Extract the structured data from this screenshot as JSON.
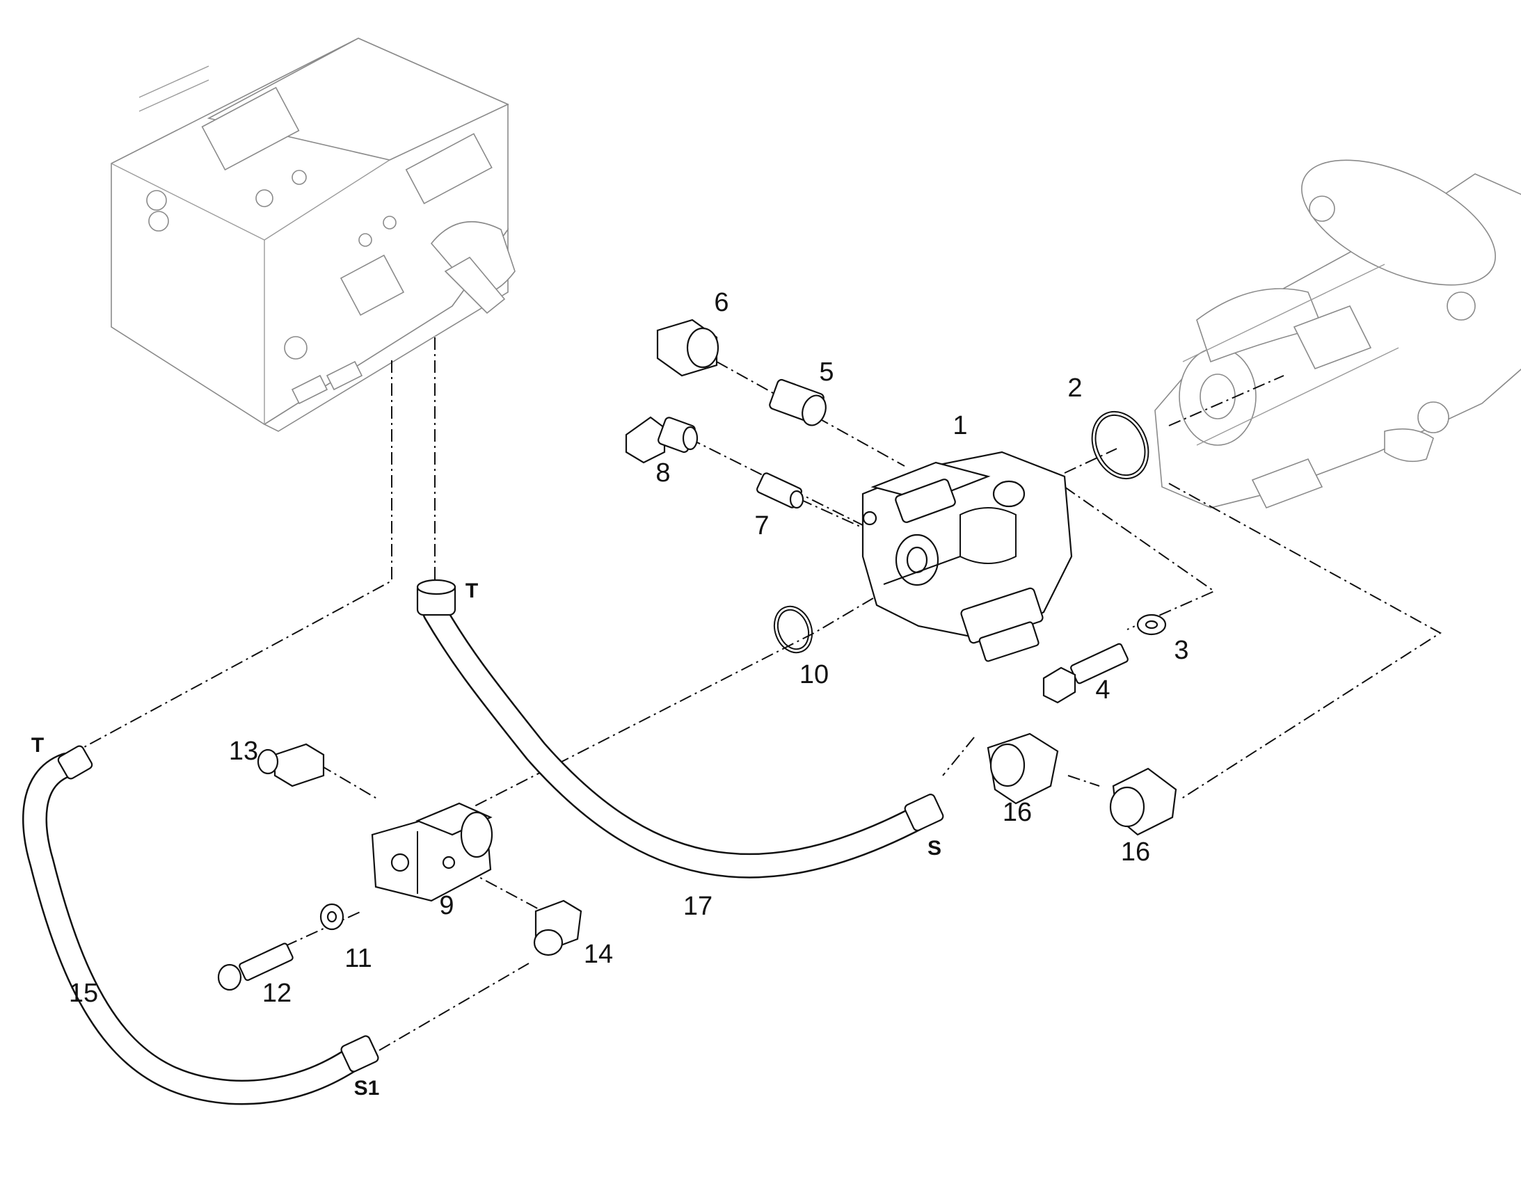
{
  "callouts": {
    "c1": "1",
    "c2": "2",
    "c3": "3",
    "c4": "4",
    "c5": "5",
    "c6": "6",
    "c7": "7",
    "c8": "8",
    "c9": "9",
    "c10": "10",
    "c11": "11",
    "c12": "12",
    "c13": "13",
    "c14": "14",
    "c15": "15",
    "c16a": "16",
    "c16b": "16",
    "c17": "17"
  },
  "ports": {
    "t_upper": "T",
    "t_left": "T",
    "s": "S",
    "s1": "S1"
  }
}
